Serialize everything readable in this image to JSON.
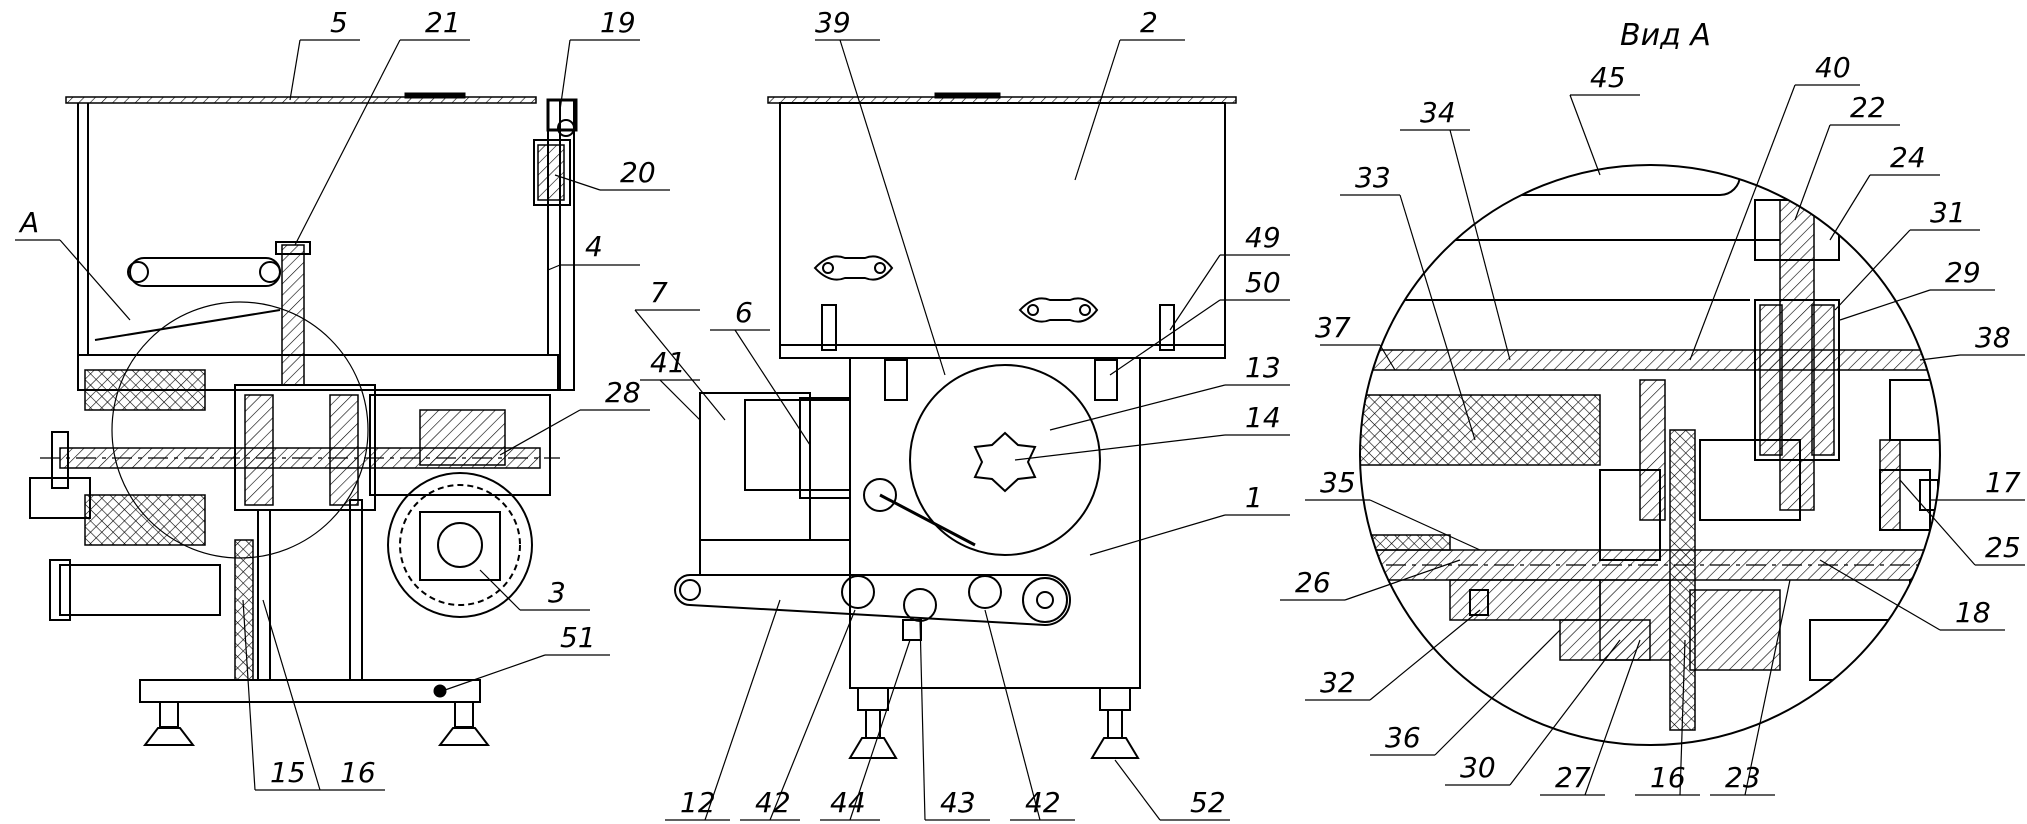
{
  "view_caption": "Вид А",
  "section_marker": "A",
  "callouts": [
    "5",
    "21",
    "19",
    "20",
    "4",
    "A",
    "28",
    "3",
    "51",
    "15",
    "16",
    "39",
    "2",
    "49",
    "50",
    "7",
    "6",
    "41",
    "13",
    "14",
    "1",
    "37",
    "12",
    "42",
    "44",
    "43",
    "52",
    "45",
    "40",
    "34",
    "22",
    "33",
    "24",
    "31",
    "29",
    "38",
    "35",
    "17",
    "26",
    "25",
    "18",
    "32",
    "36",
    "30",
    "27",
    "23"
  ]
}
